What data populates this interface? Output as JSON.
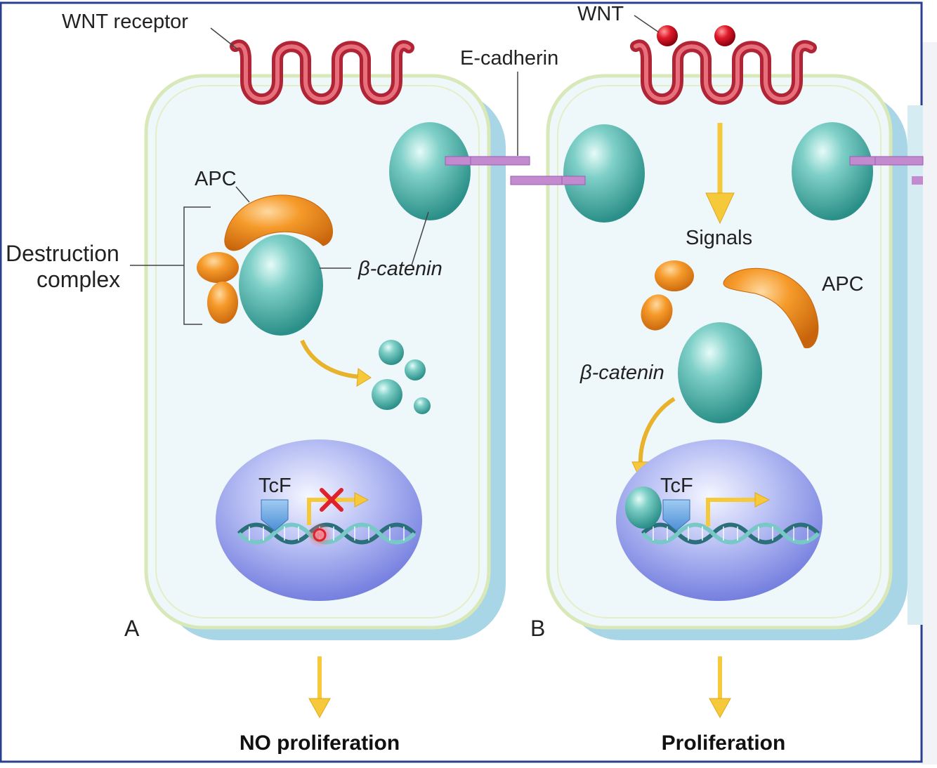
{
  "labels": {
    "wnt_receptor": "WNT receptor",
    "wnt": "WNT",
    "e_cadherin": "E-cadherin",
    "apc_left": "APC",
    "apc_right": "APC",
    "destruction_line1": "Destruction",
    "destruction_line2": "complex",
    "beta_catenin_left": "β-catenin",
    "beta_catenin_right": "β-catenin",
    "signals": "Signals",
    "tcf_left": "TcF",
    "tcf_right": "TcF",
    "panel_a": "A",
    "panel_b": "B",
    "outcome_left": "NO proliferation",
    "outcome_right": "Proliferation"
  },
  "colors": {
    "frame_border": "#2b3f8f",
    "receptor": "#c93a4a",
    "wnt_ligand": "#d0102a",
    "apc": "#f08a1f",
    "beta_catenin": "#4fb8b0",
    "e_cadherin": "#c48ad0",
    "cell_fill": "#eef7fa",
    "cell_shadow": "#a9d6e6",
    "nucleus": "#8a94e8",
    "arrow": "#f6c93a",
    "block_x": "#e0202a"
  }
}
